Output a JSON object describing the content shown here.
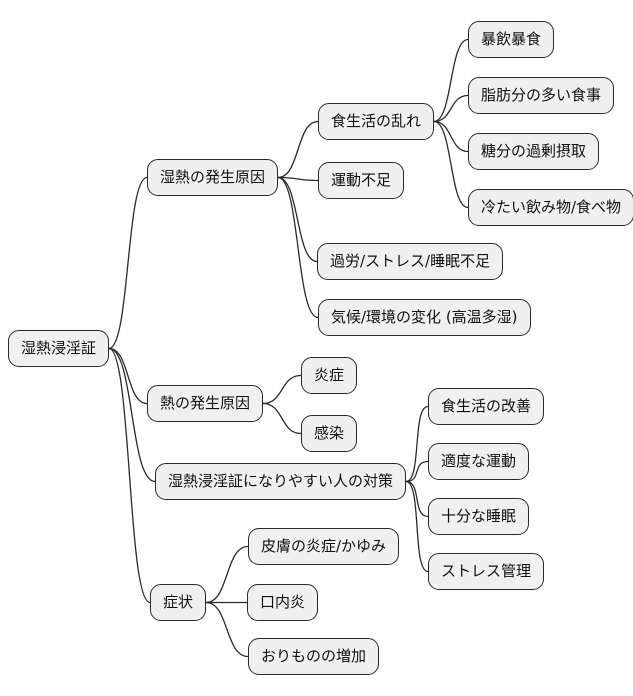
{
  "mindmap": {
    "root": {
      "label": "湿熱浸淫証",
      "children": [
        {
          "label": "湿熱の発生原因",
          "children": [
            {
              "label": "食生活の乱れ",
              "children": [
                {
                  "label": "暴飲暴食",
                  "children": []
                },
                {
                  "label": "脂肪分の多い食事",
                  "children": []
                },
                {
                  "label": "糖分の過剰摂取",
                  "children": []
                },
                {
                  "label": "冷たい飲み物/食べ物",
                  "children": []
                }
              ]
            },
            {
              "label": "運動不足",
              "children": []
            },
            {
              "label": "過労/ストレス/睡眠不足",
              "children": []
            },
            {
              "label": "気候/環境の変化 (高温多湿)",
              "children": []
            }
          ]
        },
        {
          "label": "熱の発生原因",
          "children": [
            {
              "label": "炎症",
              "children": []
            },
            {
              "label": "感染",
              "children": []
            }
          ]
        },
        {
          "label": "湿熱浸淫証になりやすい人の対策",
          "children": [
            {
              "label": "食生活の改善",
              "children": []
            },
            {
              "label": "適度な運動",
              "children": []
            },
            {
              "label": "十分な睡眠",
              "children": []
            },
            {
              "label": "ストレス管理",
              "children": []
            }
          ]
        },
        {
          "label": "症状",
          "children": [
            {
              "label": "皮膚の炎症/かゆみ",
              "children": []
            },
            {
              "label": "口内炎",
              "children": []
            },
            {
              "label": "おりものの増加",
              "children": []
            }
          ]
        }
      ]
    },
    "colors": {
      "background": "#ffffff",
      "node_fill": "#f0f0f0",
      "node_border": "#2a2a2a",
      "node_text": "#111111",
      "line": "#2a2a2a"
    }
  }
}
